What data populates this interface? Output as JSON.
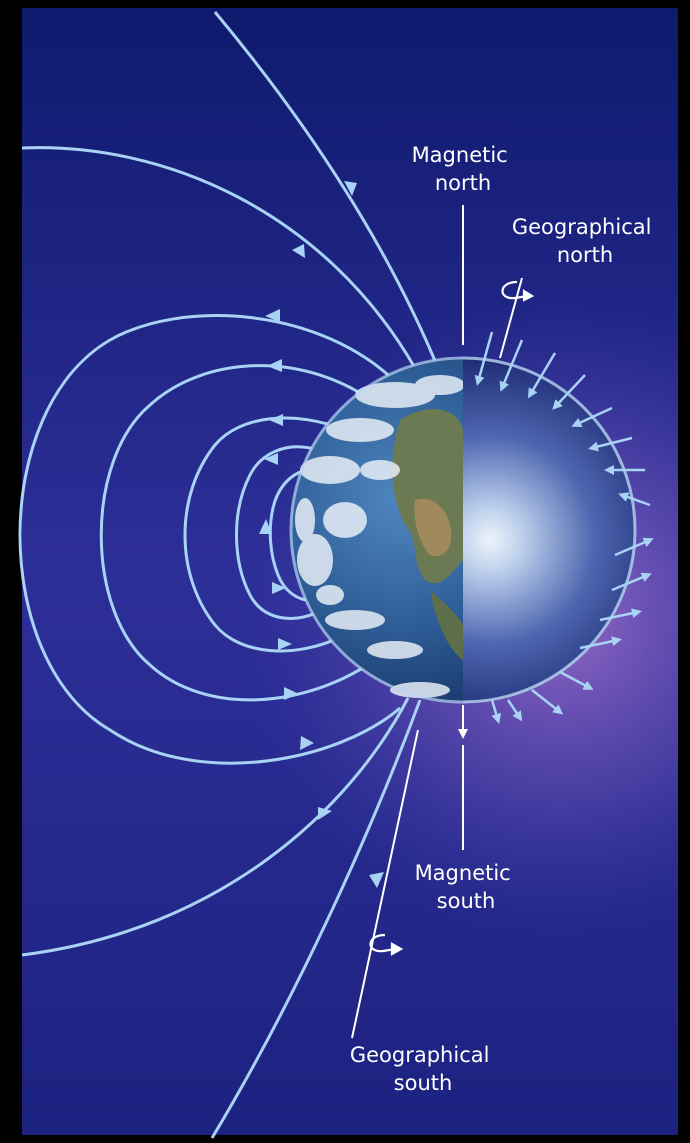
{
  "labels": {
    "magnetic_north": [
      "Magnetic",
      "north"
    ],
    "geographical_north": [
      "Geographical",
      "north"
    ],
    "magnetic_south": [
      "Magnetic",
      "south"
    ],
    "geographical_south": [
      "Geographical",
      "south"
    ]
  },
  "colors": {
    "background_top": "#0f1a6e",
    "background_mid": "#3d3ca6",
    "background_glow": "#8b64c4",
    "field_line": "#a9d3f5",
    "core_light": "#e8f1fb",
    "core_dark": "#1d2a77",
    "ocean": "#2e5d96",
    "cloud": "#e7eef6"
  },
  "icons": {
    "north_rotation": "rotation-arrow-icon",
    "south_rotation": "rotation-arrow-icon"
  }
}
